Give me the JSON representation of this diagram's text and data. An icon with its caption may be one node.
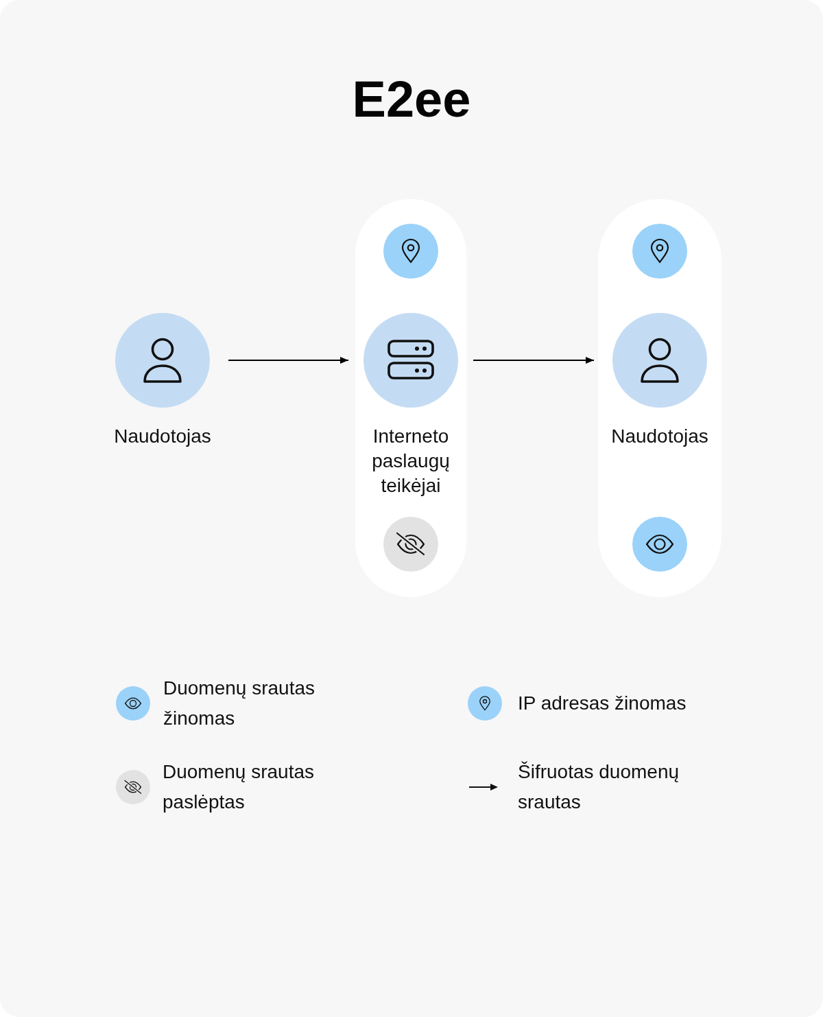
{
  "diagram": {
    "title": "E2ee",
    "nodes": [
      {
        "text": [
          "Naudotojas"
        ]
      },
      {
        "text": [],
        "shape": "box"
      },
      {
        "text": [],
        "shape": "circle",
        "in": 1
      },
      {
        "text": [
          "Interneto paslaugų teikėjai"
        ],
        "in": 1
      },
      {
        "text": [],
        "shape": "circle",
        "in": 1
      },
      {
        "text": [],
        "shape": "box"
      },
      {
        "text": [],
        "shape": "circle",
        "in": 5
      },
      {
        "text": [
          "Naudotojas"
        ],
        "in": 5
      },
      {
        "text": [],
        "shape": "circle",
        "in": 5
      }
    ],
    "edges": [
      {
        "from": 0,
        "to": 3,
        "arrow": "to"
      },
      {
        "from": 3,
        "to": 7,
        "arrow": "to"
      }
    ],
    "legend": [
      {
        "text": "Duomenų srautas žinomas"
      },
      {
        "text": "IP adresas žinomas"
      },
      {
        "text": "Duomenų srautas paslėptas"
      },
      {
        "text": "Šifruotas duomenų srautas"
      }
    ]
  }
}
